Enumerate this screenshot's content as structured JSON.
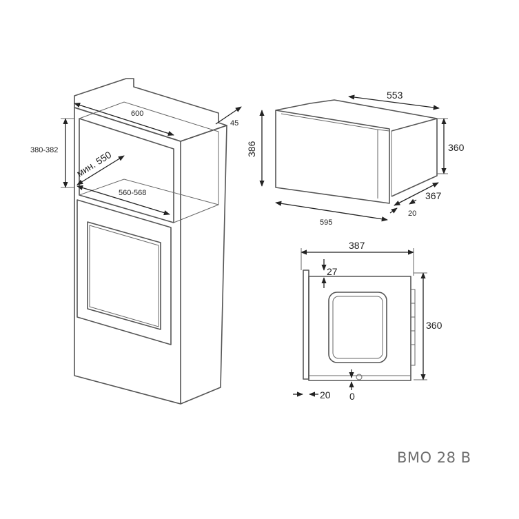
{
  "product": {
    "model": "BMO 28 B"
  },
  "cabinet_view": {
    "dims": {
      "width": "600",
      "side_gap": "45",
      "niche_height": "380-382",
      "min_depth": "мин. 550",
      "inner_width": "560-568"
    }
  },
  "appliance_view": {
    "dims": {
      "depth": "553",
      "front_height": "386",
      "body_height": "360",
      "body_depth": "367",
      "frame_offset": "20",
      "front_width": "595"
    }
  },
  "side_view": {
    "dims": {
      "depth": "387",
      "top_offset": "27",
      "height": "360",
      "front_offset": "20",
      "bottom_offset": "0"
    }
  }
}
